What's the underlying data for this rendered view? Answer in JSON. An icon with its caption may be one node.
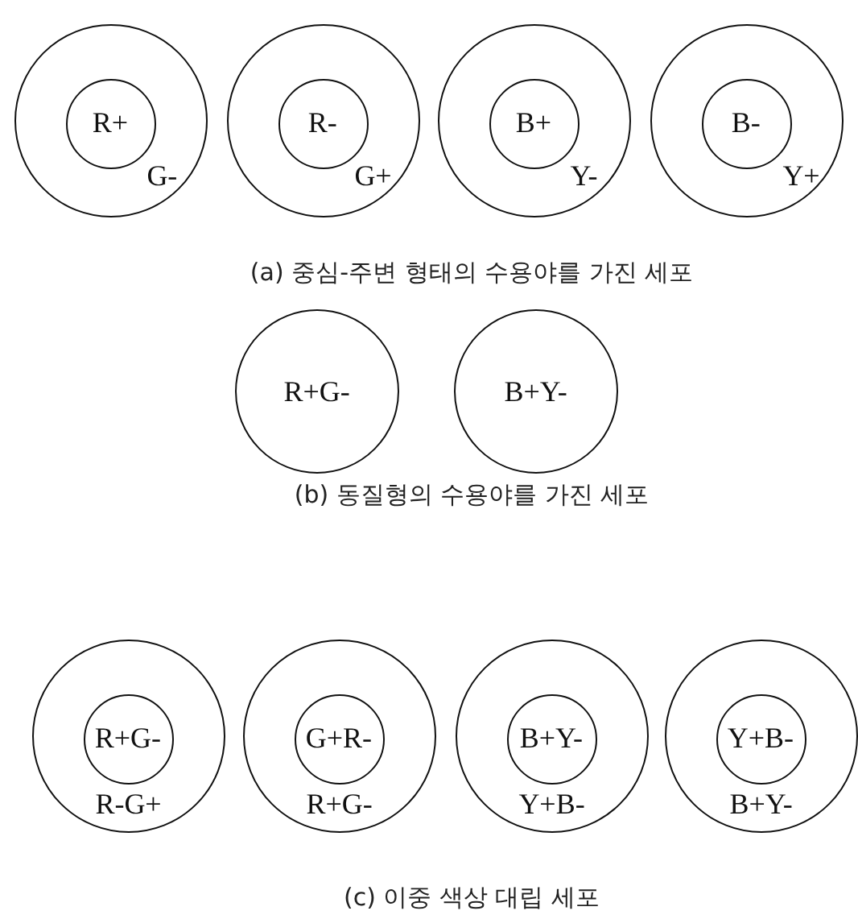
{
  "diagram": {
    "nodes": [
      {
        "text": [
          "G-"
        ]
      },
      {
        "text": [
          "R+"
        ],
        "in": 0
      },
      {
        "text": [
          "G+"
        ]
      },
      {
        "text": [
          "R-"
        ],
        "in": 2
      },
      {
        "text": [
          "Y-"
        ]
      },
      {
        "text": [
          "B+"
        ],
        "in": 4
      },
      {
        "text": [
          "Y+"
        ]
      },
      {
        "text": [
          "B-"
        ],
        "in": 6
      },
      {
        "text": [
          "R+G-"
        ]
      },
      {
        "text": [
          "B+Y-"
        ]
      },
      {
        "text": [
          "R-G+"
        ]
      },
      {
        "text": [
          "R+G-"
        ],
        "in": 10
      },
      {
        "text": [
          "R+G-"
        ]
      },
      {
        "text": [
          "G+R-"
        ],
        "in": 12
      },
      {
        "text": [
          "Y+B-"
        ]
      },
      {
        "text": [
          "B+Y-"
        ],
        "in": 14
      },
      {
        "text": [
          "B+Y-"
        ]
      },
      {
        "text": [
          "Y+B-"
        ],
        "in": 16
      }
    ],
    "labels": [
      "(a) 중심-주변 형태의 수용야를 가진 세포",
      "(b) 동질형의 수용야를 가진 세포",
      "(c) 이중 색상 대립 세포"
    ]
  }
}
